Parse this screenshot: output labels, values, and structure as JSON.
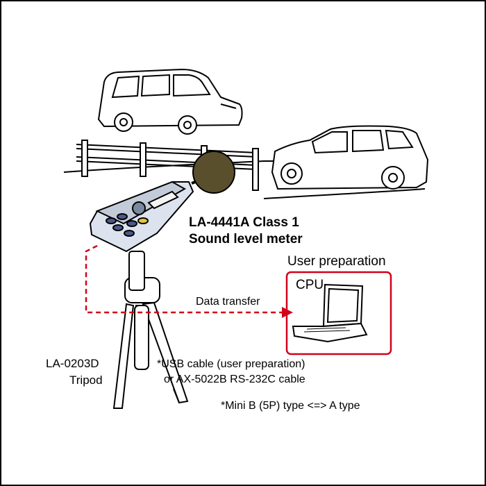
{
  "labels": {
    "meter_line1": "LA-4441A  Class 1",
    "meter_line2": "Sound level meter",
    "user_prep": "User preparation",
    "cpu": "CPU",
    "data_transfer": "Data transfer",
    "tripod_line1": "LA-0203D",
    "tripod_line2": "Tripod",
    "usb_line1": "*USB cable (user preparation)",
    "usb_line2": "or AX-5022B RS-232C cable",
    "mini_b": "*Mini B (5P) type <=> A type"
  },
  "colors": {
    "accent": "#d0021b",
    "microphone": "#5a4f2c",
    "keypad": "#4a5a8a",
    "outline": "#000000"
  }
}
